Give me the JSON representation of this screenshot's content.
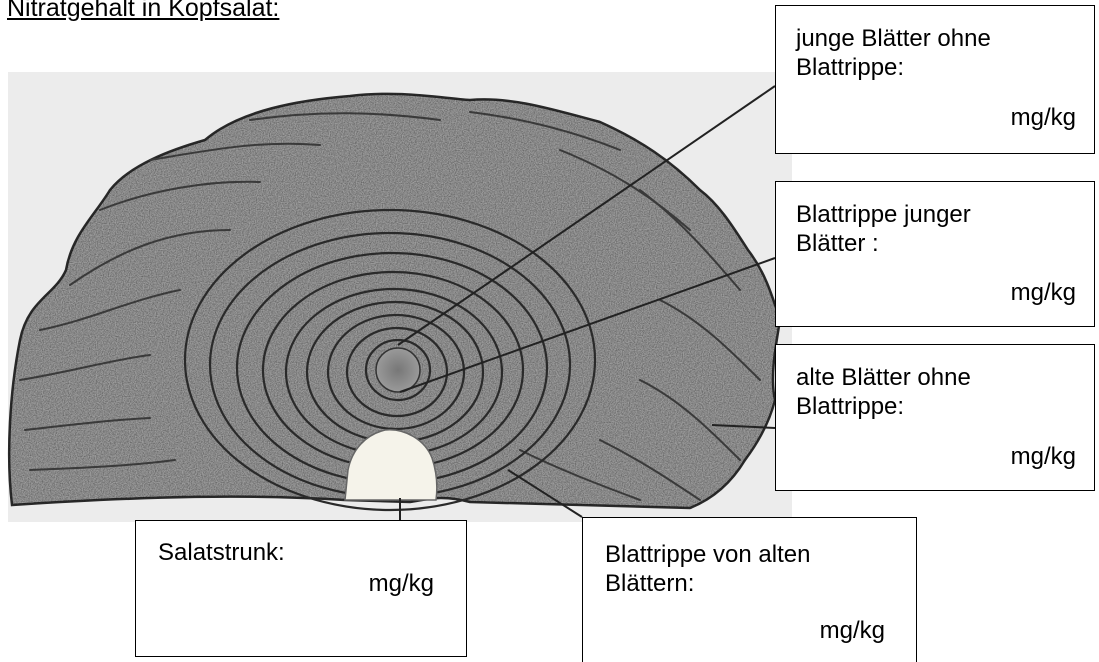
{
  "title": "Nitratgehalt in Kopfsalat:",
  "labels": {
    "young_leaves": "junge Blätter ohne\nBlattrippe:",
    "rib_young_leaves": "Blattrippe junger\nBlätter :",
    "old_leaves": "alte Blätter ohne\nBlattrippe:",
    "stem": "Salatstrunk:",
    "rib_old_leaves": "Blattrippe von alten\nBlättern:"
  },
  "unit": "mg/kg"
}
